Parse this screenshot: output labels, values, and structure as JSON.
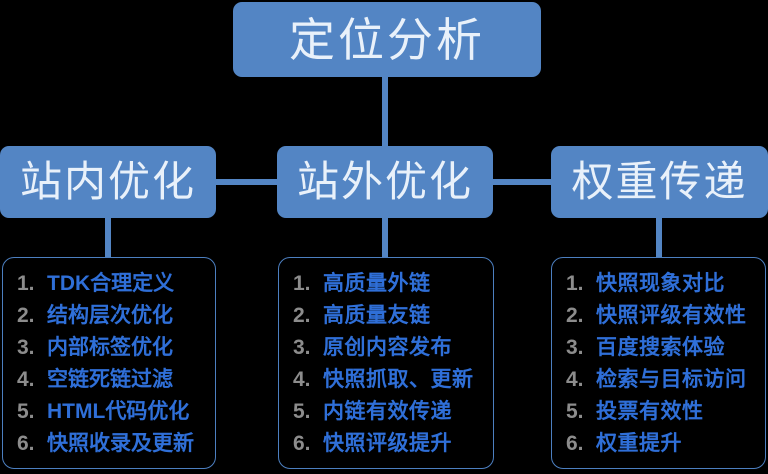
{
  "diagram": {
    "title": "定位分析",
    "colors": {
      "background": "#000000",
      "node_fill": "#5385C4",
      "node_text": "#E9F1FA",
      "connector": "#5385C4",
      "panel_border": "#4C7FC0",
      "item_number": "#8C8C8C",
      "item_text": "#2F6FD8"
    },
    "branches": [
      {
        "label": "站内优化",
        "items": [
          {
            "num": "1.",
            "text": "TDK合理定义"
          },
          {
            "num": "2.",
            "text": "结构层次优化"
          },
          {
            "num": "3.",
            "text": "内部标签优化"
          },
          {
            "num": "4.",
            "text": "空链死链过滤"
          },
          {
            "num": "5.",
            "text": "HTML代码优化"
          },
          {
            "num": "6.",
            "text": "快照收录及更新"
          }
        ]
      },
      {
        "label": "站外优化",
        "items": [
          {
            "num": "1.",
            "text": "高质量外链"
          },
          {
            "num": "2.",
            "text": "高质量友链"
          },
          {
            "num": "3.",
            "text": "原创内容发布"
          },
          {
            "num": "4.",
            "text": "快照抓取、更新"
          },
          {
            "num": "5.",
            "text": "内链有效传递"
          },
          {
            "num": "6.",
            "text": "快照评级提升"
          }
        ]
      },
      {
        "label": "权重传递",
        "items": [
          {
            "num": "1.",
            "text": "快照现象对比"
          },
          {
            "num": "2.",
            "text": "快照评级有效性"
          },
          {
            "num": "3.",
            "text": "百度搜索体验"
          },
          {
            "num": "4.",
            "text": "检索与目标访问"
          },
          {
            "num": "5.",
            "text": "投票有效性"
          },
          {
            "num": "6.",
            "text": "权重提升"
          }
        ]
      }
    ]
  }
}
